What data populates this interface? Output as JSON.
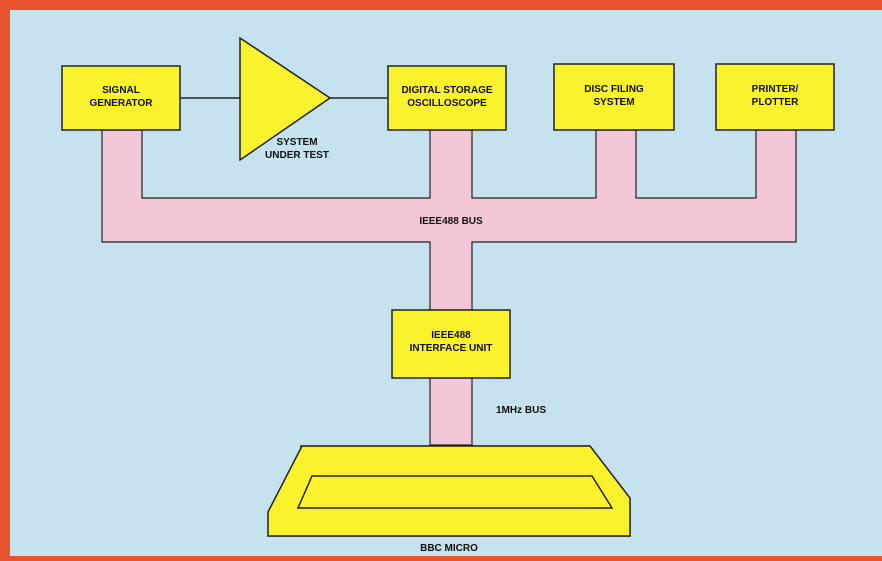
{
  "colors": {
    "frame": "#e8542e",
    "background": "#c6e2ee",
    "box_fill": "#fbf22e",
    "bus_fill": "#f2c8d8",
    "line": "#222222"
  },
  "diagram": {
    "signal_generator": {
      "line1": "SIGNAL",
      "line2": "GENERATOR"
    },
    "system_under_test": {
      "line1": "SYSTEM",
      "line2": "UNDER TEST"
    },
    "oscilloscope": {
      "line1": "DIGITAL STORAGE",
      "line2": "OSCILLOSCOPE"
    },
    "disc_filing": {
      "line1": "DISC FILING",
      "line2": "SYSTEM"
    },
    "printer": {
      "line1": "PRINTER/",
      "line2": "PLOTTER"
    },
    "ieee_bus_label": "IEEE488 BUS",
    "interface_unit": {
      "line1": "IEEE488",
      "line2": "INTERFACE UNIT"
    },
    "mhz_bus_label": "1MHz BUS",
    "bbc_micro_label": "BBC MICRO"
  }
}
